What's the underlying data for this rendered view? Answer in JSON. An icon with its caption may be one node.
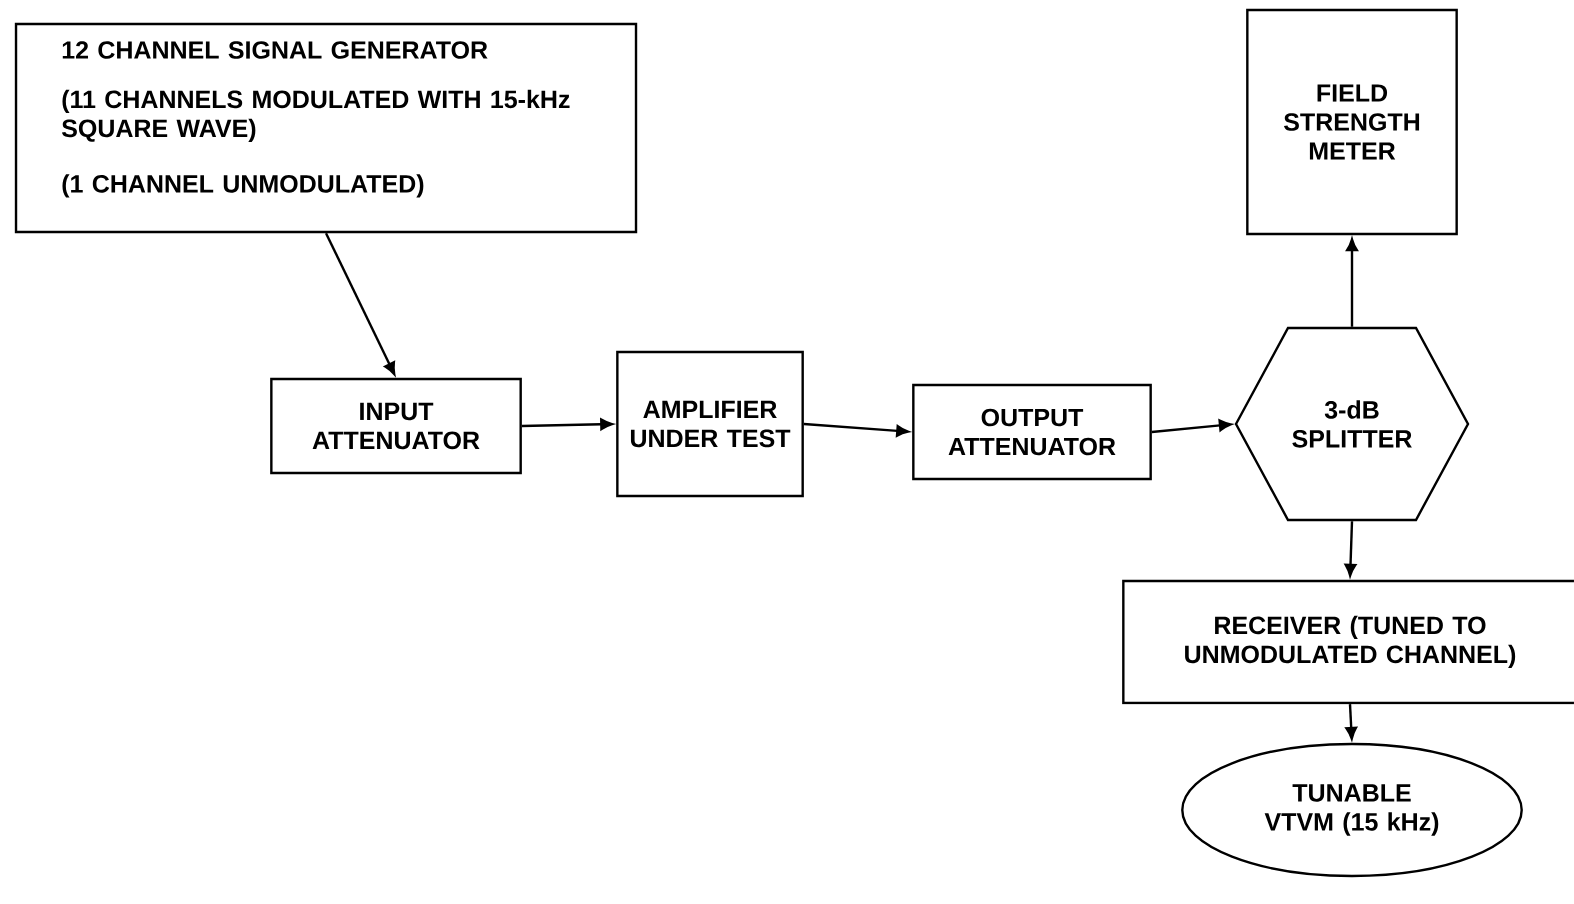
{
  "diagram": {
    "nodes": [
      {
        "text": [
          "12 CHANNEL SIGNAL GENERATOR",
          "(11 CHANNELS MODULATED WITH 15-kHz SQUARE WAVE)",
          "(1 CHANNEL UNMODULATED)"
        ]
      },
      {
        "text": [
          "INPUT ATTENUATOR"
        ]
      },
      {
        "text": [
          "AMPLIFIER UNDER TEST"
        ]
      },
      {
        "text": [
          "OUTPUT ATTENUATOR"
        ]
      },
      {
        "text": [
          "3-dB SPLITTER"
        ]
      },
      {
        "text": [
          "FIELD STRENGTH METER"
        ]
      },
      {
        "text": [
          "RECEIVER (TUNED TO UNMODULATED CHANNEL)"
        ]
      },
      {
        "text": [
          "TUNABLE VTVM (15 kHz)"
        ]
      }
    ],
    "edges": [
      {
        "from": 0,
        "to": 1,
        "arrow": "to"
      },
      {
        "from": 1,
        "to": 2,
        "arrow": "to"
      },
      {
        "from": 2,
        "to": 3,
        "arrow": "to"
      },
      {
        "from": 3,
        "to": 4,
        "arrow": "to"
      },
      {
        "from": 4,
        "to": 5,
        "arrow": "to"
      },
      {
        "from": 4,
        "to": 6,
        "arrow": "to"
      },
      {
        "from": 6,
        "to": 7,
        "arrow": "to"
      }
    ]
  }
}
